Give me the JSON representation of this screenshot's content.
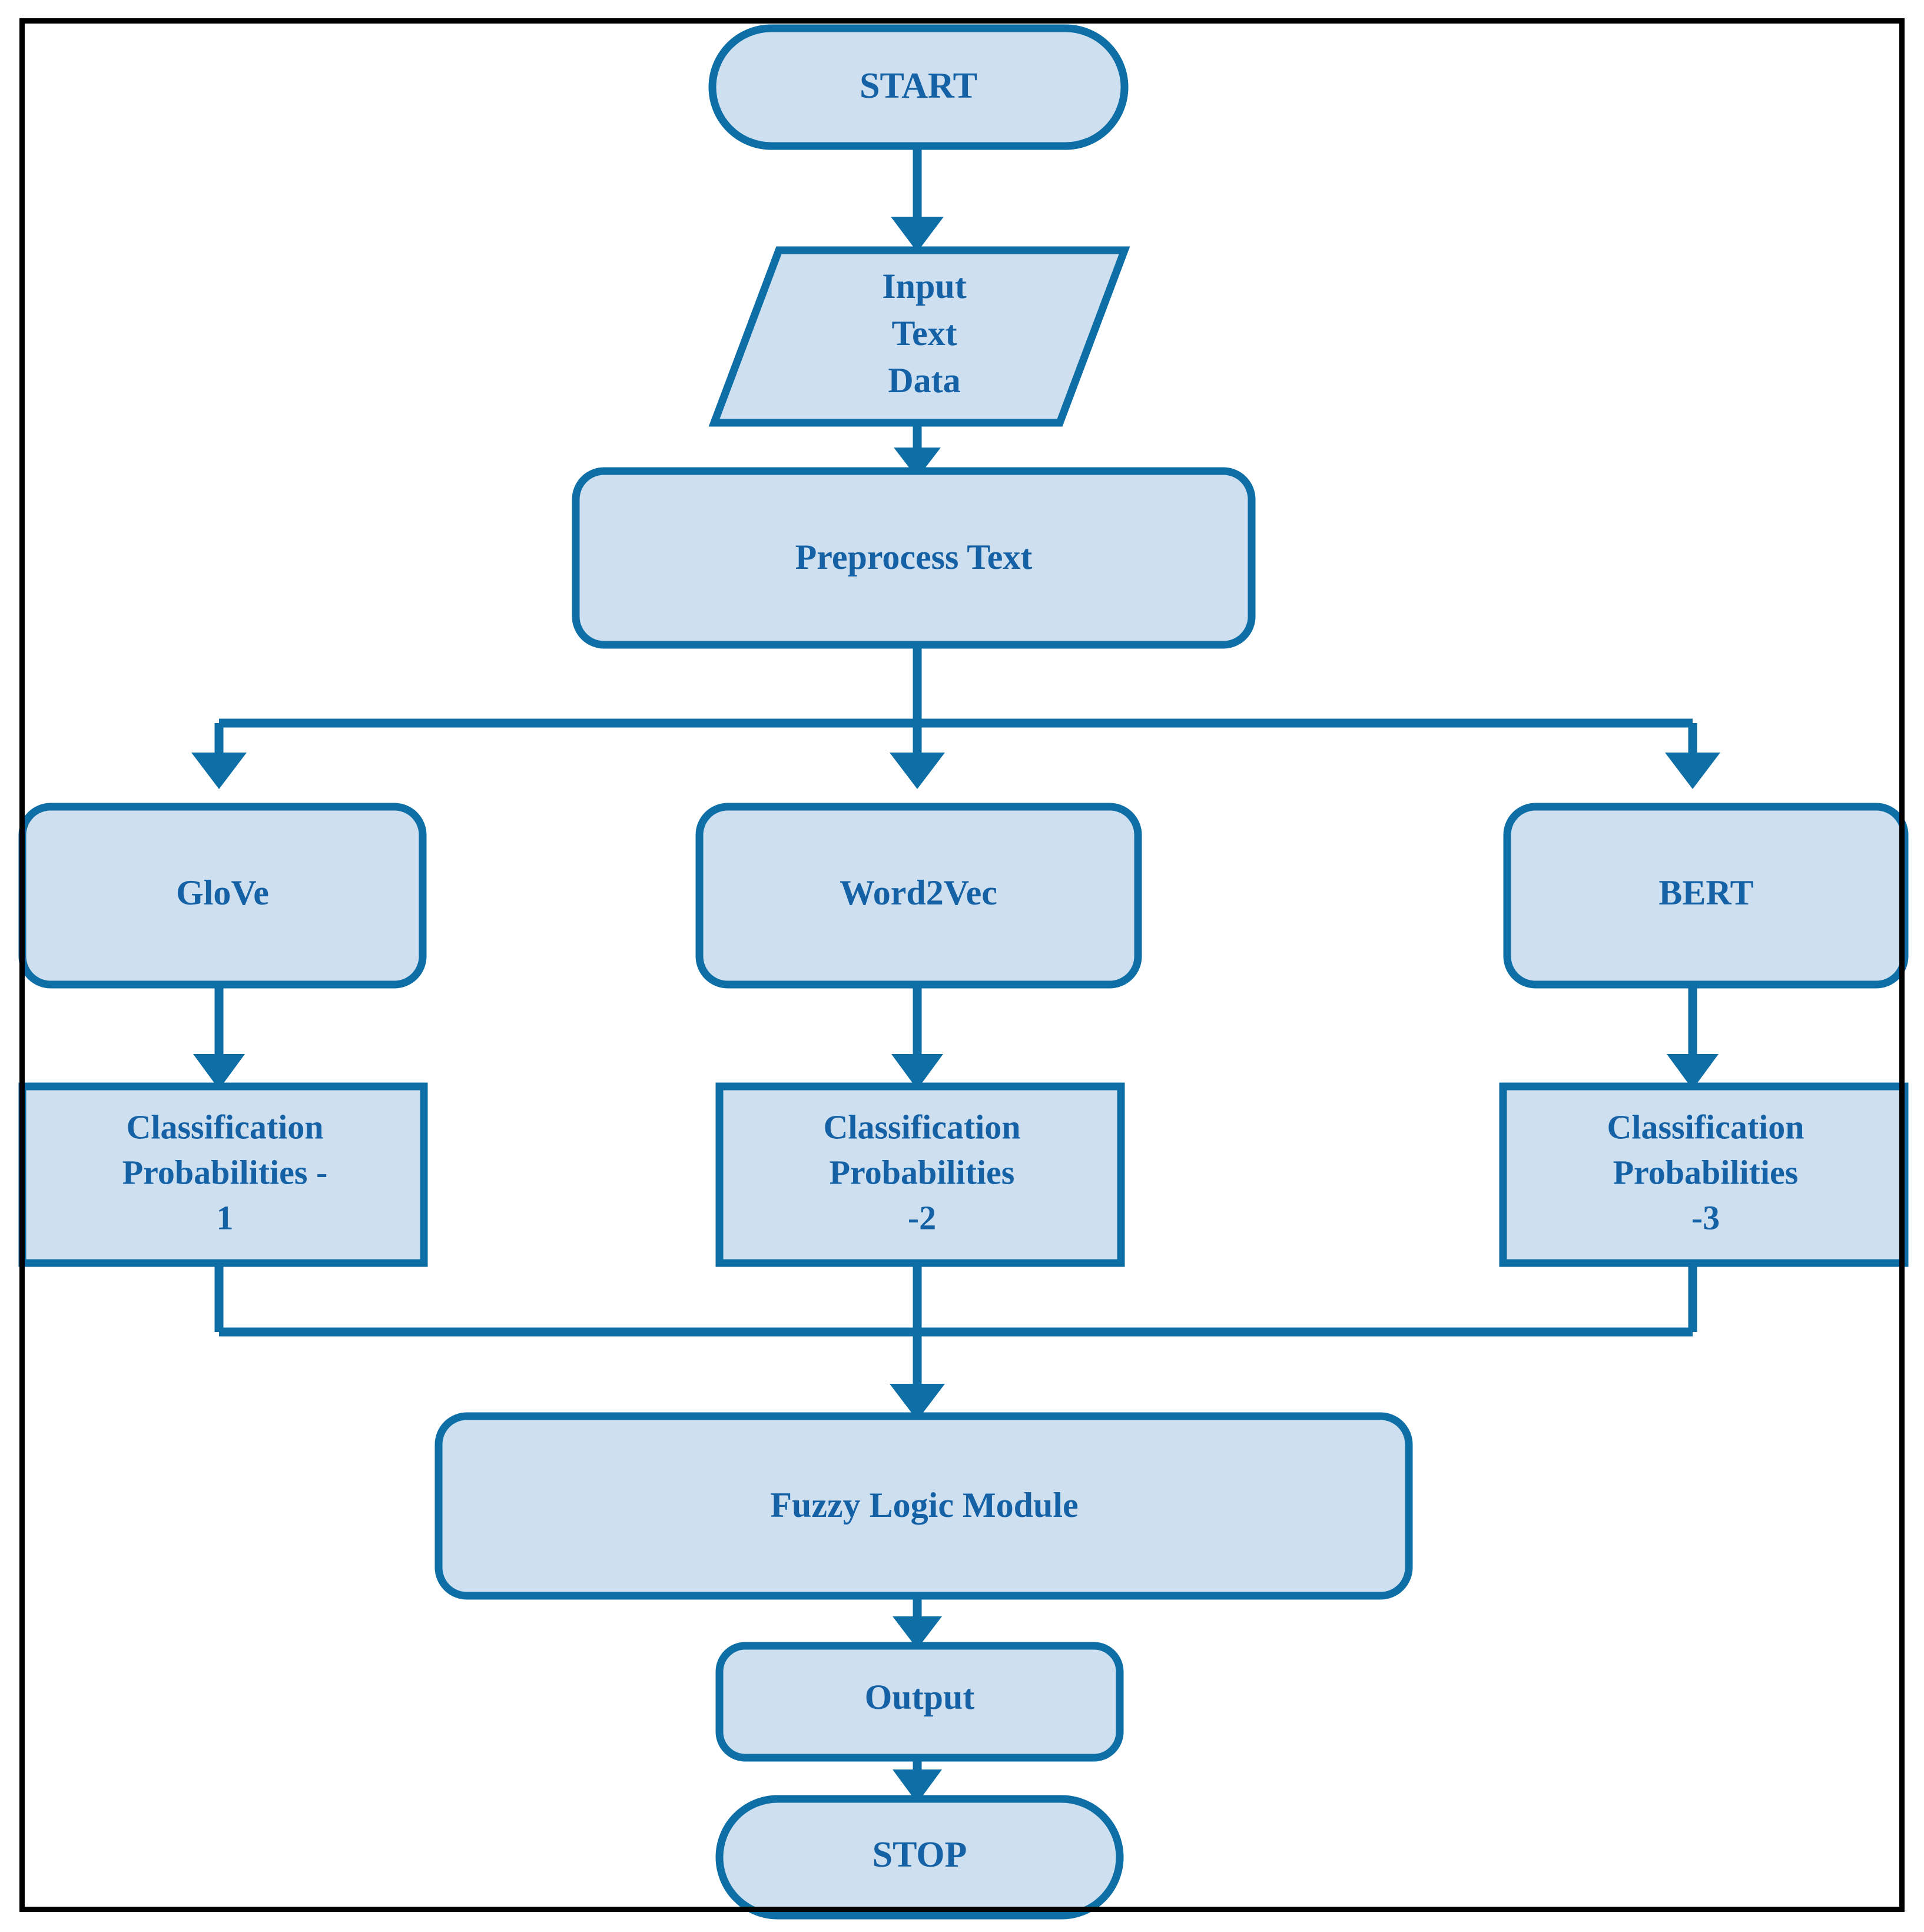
{
  "diagram": {
    "title": "Text Classification Pipeline Flowchart",
    "colors": {
      "node_fill": "#cedfef",
      "node_stroke": "#0e6ea6",
      "text": "#1461a5",
      "frame": "#000000",
      "background": "#ffffff"
    },
    "nodes": [
      {
        "id": "start",
        "shape": "stadium",
        "label": "START"
      },
      {
        "id": "input",
        "shape": "parallelogram",
        "label": "Input Text Data",
        "lines": [
          "Input",
          "Text",
          "Data"
        ]
      },
      {
        "id": "preprocess",
        "shape": "rounded-rect",
        "label": "Preprocess Text",
        "lines": [
          "Preprocess Text"
        ]
      },
      {
        "id": "glove",
        "shape": "rounded-rect",
        "label": "GloVe",
        "lines": [
          "GloVe"
        ]
      },
      {
        "id": "word2vec",
        "shape": "rounded-rect",
        "label": "Word2Vec",
        "lines": [
          "Word2Vec"
        ]
      },
      {
        "id": "bert",
        "shape": "rounded-rect",
        "label": "BERT",
        "lines": [
          "BERT"
        ]
      },
      {
        "id": "prob1",
        "shape": "rect",
        "label": "Classification Probabilities - 1",
        "lines": [
          "Classification",
          "Probabilities -",
          "1"
        ]
      },
      {
        "id": "prob2",
        "shape": "rect",
        "label": "Classification Probabilities -2",
        "lines": [
          "Classification",
          "Probabilities",
          "-2"
        ]
      },
      {
        "id": "prob3",
        "shape": "rect",
        "label": "Classification Probabilities -3",
        "lines": [
          "Classification",
          "Probabilities",
          "-3"
        ]
      },
      {
        "id": "fuzzy",
        "shape": "rounded-rect",
        "label": "Fuzzy Logic Module",
        "lines": [
          "Fuzzy Logic Module"
        ]
      },
      {
        "id": "output",
        "shape": "rounded-rect",
        "label": "Output",
        "lines": [
          "Output"
        ]
      },
      {
        "id": "stop",
        "shape": "stadium",
        "label": "STOP"
      }
    ],
    "edges": [
      {
        "from": "start",
        "to": "input"
      },
      {
        "from": "input",
        "to": "preprocess"
      },
      {
        "from": "preprocess",
        "to": "glove"
      },
      {
        "from": "preprocess",
        "to": "word2vec"
      },
      {
        "from": "preprocess",
        "to": "bert"
      },
      {
        "from": "glove",
        "to": "prob1"
      },
      {
        "from": "word2vec",
        "to": "prob2"
      },
      {
        "from": "bert",
        "to": "prob3"
      },
      {
        "from": "prob1",
        "to": "fuzzy"
      },
      {
        "from": "prob2",
        "to": "fuzzy"
      },
      {
        "from": "prob3",
        "to": "fuzzy"
      },
      {
        "from": "fuzzy",
        "to": "output"
      },
      {
        "from": "output",
        "to": "stop"
      }
    ]
  }
}
